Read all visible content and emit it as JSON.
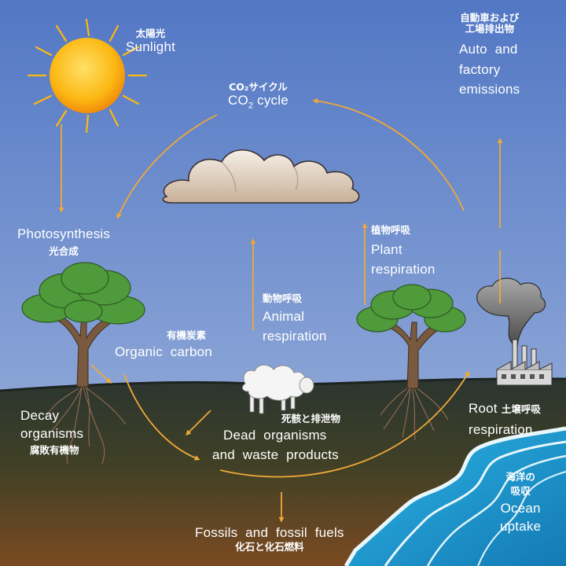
{
  "sunlight": {
    "jp": "太陽光",
    "en": "Sunlight"
  },
  "co2_cycle": {
    "jp": "CO₂サイクル",
    "en_prefix": "CO",
    "en_sub": "2",
    "en_suffix": " cycle"
  },
  "auto_emissions": {
    "jp_line1": "自動車および",
    "jp_line2": "工場排出物",
    "en_line1": "Auto  and",
    "en_line2": "factory",
    "en_line3": "emissions"
  },
  "photosynthesis": {
    "en": "Photosynthesis",
    "jp": "光合成"
  },
  "plant_respiration": {
    "jp": "植物呼吸",
    "en_line1": "Plant",
    "en_line2": "respiration"
  },
  "animal_respiration": {
    "jp": "動物呼吸",
    "en_line1": "Animal",
    "en_line2": "respiration"
  },
  "organic_carbon": {
    "jp": "有機炭素",
    "en": "Organic  carbon"
  },
  "decay_organisms": {
    "en_line1": "Decay",
    "en_line2": "organisms",
    "jp": "腐敗有機物"
  },
  "dead_organisms": {
    "jp": "死骸と排泄物",
    "en_line1": "Dead  organisms",
    "en_line2": "and  waste  products"
  },
  "root_respiration": {
    "en_line1": "Root",
    "jp": "土壌呼吸",
    "en_line2": "respiration"
  },
  "ocean_uptake": {
    "jp_line1": "海洋の",
    "jp_line2": "吸収",
    "en_line1": "Ocean",
    "en_line2": "uptake"
  },
  "fossils": {
    "en": "Fossils  and  fossil  fuels",
    "jp": "化石と化石燃料"
  },
  "colors": {
    "sky_top": "#5277c4",
    "sky_bottom": "#8aa4d6",
    "soil_top": "#2b3530",
    "soil_bottom": "#7a4a22",
    "arrow": "#f0a838",
    "sun": "#fbb813",
    "foliage": "#4f9a3a",
    "trunk": "#7a5a3e",
    "ocean": "#1fa7d6"
  }
}
